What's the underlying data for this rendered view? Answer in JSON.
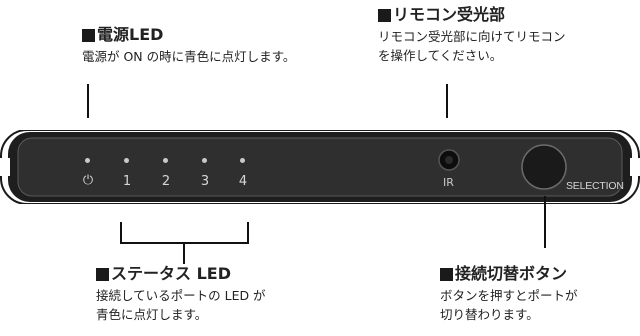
{
  "power_led": {
    "title": "電源LED",
    "description": "電源が ON の時に青色に点灯します。"
  },
  "remote_receiver": {
    "title": "リモコン受光部",
    "description_lines": [
      "リモコン受光部に向けてリモコン",
      "を操作してください。"
    ]
  },
  "status_led": {
    "title": "ステータス LED",
    "description_lines": [
      "接続しているポートの LED が",
      "青色に点灯します。"
    ]
  },
  "switch_button": {
    "title": "接続切替ボタン",
    "description_lines": [
      "ボタンを押すとポートが",
      "切り替わります。"
    ]
  },
  "device": {
    "power_symbol": "⏻",
    "port_labels": [
      "1",
      "2",
      "3",
      "4"
    ],
    "ir_label": "IR",
    "selection_label": "SELECTION"
  }
}
